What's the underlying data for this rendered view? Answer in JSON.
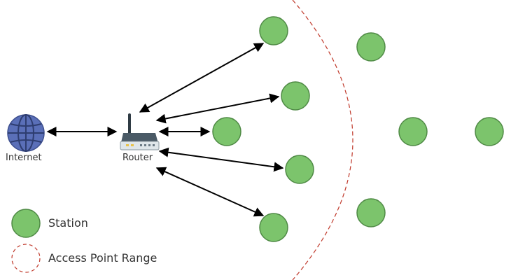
{
  "colors": {
    "station_fill": "#7cc46c",
    "station_stroke": "#4f8a45",
    "range": "#c0392b",
    "arrow": "#000000",
    "globe": "#5a6fb8",
    "router": "#4a5a66"
  },
  "icons": {
    "internet": "globe-icon",
    "router": "router-icon"
  },
  "nodes": {
    "internet": "Internet",
    "router": "Router"
  },
  "legend": {
    "station": "Station",
    "range": "Access Point Range"
  }
}
